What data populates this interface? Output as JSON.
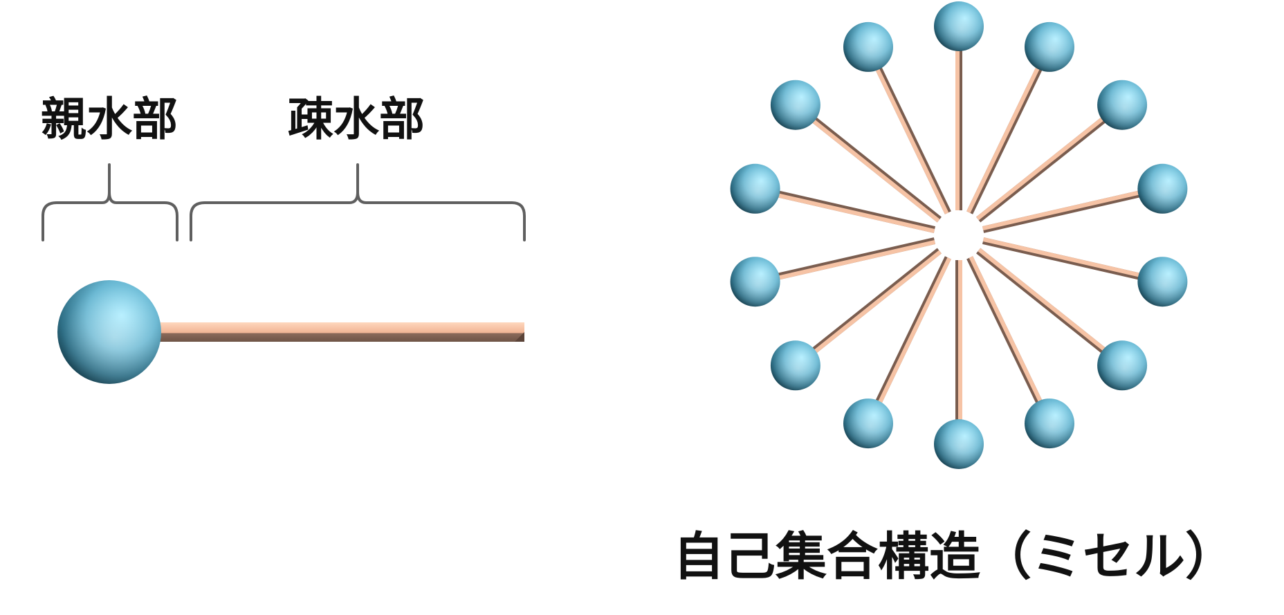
{
  "molecule": {
    "hydrophilic_label": "親水部",
    "hydrophobic_label": "疎水部"
  },
  "micelle": {
    "caption": "自己集合構造（ミセル）",
    "molecule_count": 14
  },
  "colors": {
    "head_light": "#a8ecff",
    "head_mid": "#5aa3bd",
    "head_dark": "#10323f",
    "tail_light": "#ffd2b5",
    "tail_mid": "#e9a98a",
    "tail_shadow": "#6e5346",
    "text": "#111111",
    "brace": "#5f5f5f",
    "background": "#ffffff"
  }
}
